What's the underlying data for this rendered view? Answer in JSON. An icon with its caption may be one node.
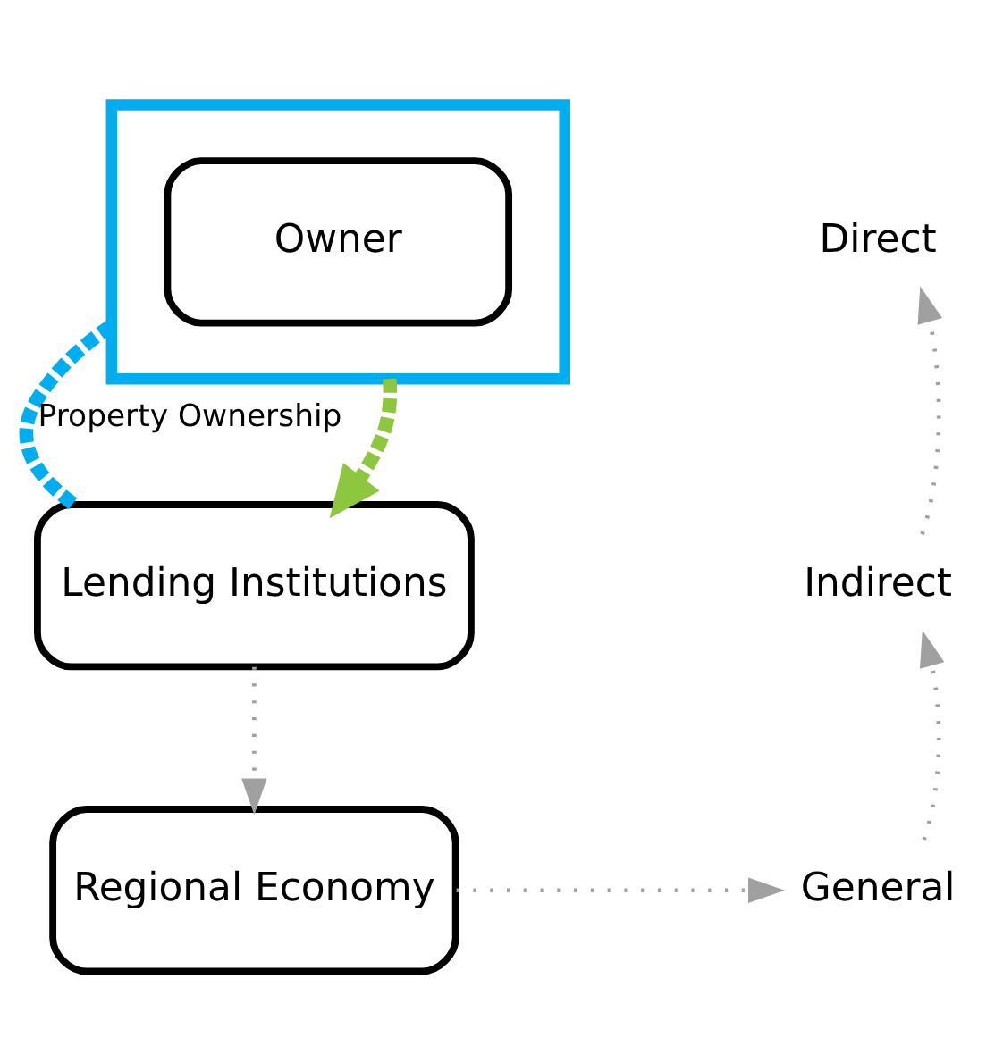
{
  "diagram": {
    "nodes": [
      {
        "text": [],
        "shape": "house"
      },
      {
        "text": [
          "Owner"
        ],
        "in": 0
      },
      {
        "text": [
          "Lending Institutions"
        ]
      },
      {
        "text": [
          "Regional Economy"
        ]
      },
      {
        "text": [
          "Direct"
        ]
      },
      {
        "text": [
          "Indirect"
        ]
      },
      {
        "text": [
          "General"
        ]
      }
    ],
    "edges": [
      {
        "from": 0,
        "to": 2,
        "arrow": "to",
        "style": "dashed",
        "color": "#8dc63f"
      },
      {
        "from": 0,
        "to": 2,
        "arrow": "none",
        "label": "Property Ownership",
        "style": "dashed",
        "color": "#00aeef"
      },
      {
        "from": 2,
        "to": 3,
        "arrow": "to"
      },
      {
        "from": 3,
        "to": 6,
        "arrow": "to"
      },
      {
        "from": 6,
        "to": 5,
        "arrow": "to"
      },
      {
        "from": 5,
        "to": 4,
        "arrow": "to"
      }
    ]
  }
}
